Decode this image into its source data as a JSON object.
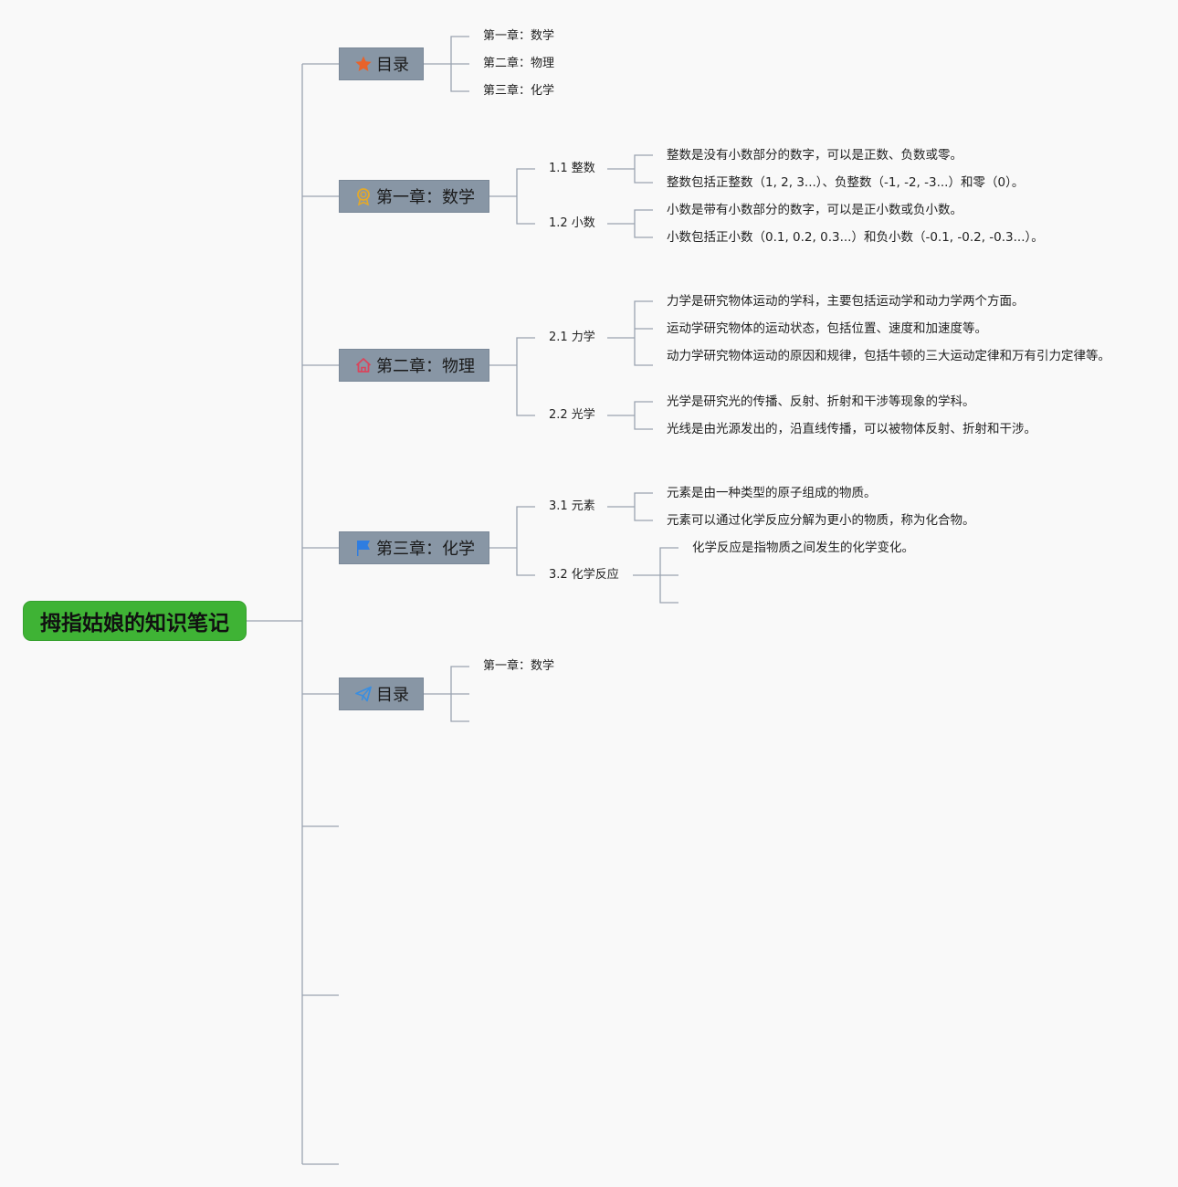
{
  "root": {
    "label": "拇指姑娘的知识笔记",
    "color": "#3fb335"
  },
  "topics": [
    {
      "label": "目录",
      "icon": "star-icon",
      "icon_color": "#e8632b",
      "children": [
        {
          "label": "第一章：数学"
        },
        {
          "label": "第二章：物理"
        },
        {
          "label": "第三章：化学"
        }
      ]
    },
    {
      "label": "第一章：数学",
      "icon": "award-ribbon-icon",
      "icon_color": "#e3a92a",
      "children": [
        {
          "label": "1.1 整数",
          "children": [
            "整数是没有小数部分的数字，可以是正数、负数或零。",
            "整数包括正整数（1, 2, 3...）、负整数（-1, -2, -3...）和零（0）。"
          ]
        },
        {
          "label": "1.2 小数",
          "children": [
            "小数是带有小数部分的数字，可以是正小数或负小数。",
            "小数包括正小数（0.1, 0.2, 0.3...）和负小数（-0.1, -0.2, -0.3...）。"
          ]
        }
      ]
    },
    {
      "label": "第二章：物理",
      "icon": "home-icon",
      "icon_color": "#d9455c",
      "children": [
        {
          "label": "2.1 力学",
          "children": [
            "力学是研究物体运动的学科，主要包括运动学和动力学两个方面。",
            "运动学研究物体的运动状态，包括位置、速度和加速度等。",
            "动力学研究物体运动的原因和规律，包括牛顿的三大运动定律和万有引力定律等。"
          ]
        },
        {
          "label": "2.2 光学",
          "children": [
            "光学是研究光的传播、反射、折射和干涉等现象的学科。",
            "光线是由光源发出的，沿直线传播，可以被物体反射、折射和干涉。"
          ]
        }
      ]
    },
    {
      "label": "第三章：化学",
      "icon": "flag-icon",
      "icon_color": "#2f7de0",
      "children": [
        {
          "label": "3.1 元素",
          "children": [
            "元素是由一种类型的原子组成的物质。",
            "元素可以通过化学反应分解为更小的物质，称为化合物。"
          ]
        },
        {
          "label": "3.2 化学反应",
          "children": [
            "化学反应是指物质之间发生的化学变化。",
            "",
            ""
          ]
        }
      ]
    },
    {
      "label": "目录",
      "icon": "send-plane-icon",
      "icon_color": "#3a8ee0",
      "children": [
        {
          "label": "第一章：数学"
        },
        {
          "label": ""
        },
        {
          "label": ""
        }
      ]
    }
  ]
}
